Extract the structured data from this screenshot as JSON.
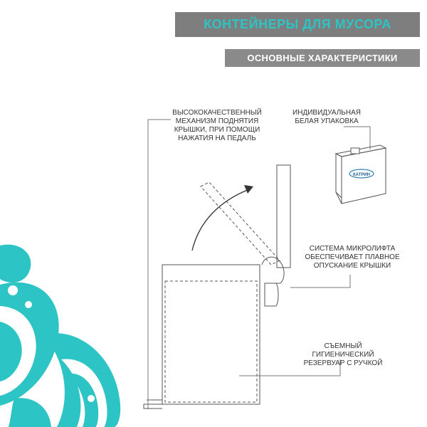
{
  "header": {
    "title": "КОНТЕЙНЕРЫ ДЛЯ МУСОРА",
    "subtitle": "ОСНОВНЫЕ ХАРАКТЕРИСТИКИ"
  },
  "callouts": {
    "mechanism": "ВЫСОКОКАЧЕСТВЕННЫЙ МЕХАНИЗМ ПОДНЯТИЯ КРЫШКИ, ПРИ ПОМОЩИ НАЖАТИЯ НА ПЕДАЛЬ",
    "packaging": "ИНДИВИДУАЛЬНАЯ БЕЛАЯ УПАКОВКА",
    "microlift": "СИСТЕМА МИКРОЛИФТА ОБЕСПЕЧИВАЕТ ПЛАВНОЕ ОПУСКАНИЕ КРЫШКИ",
    "reservoir": "СЪЕМНЫЙ ГИГИЕНИЧЕСКИЙ РЕЗЕРВУАР С РУЧКОЙ"
  },
  "box_logo": "КАТРИН",
  "colors": {
    "accent": "#2cc4c4",
    "banner": "#7e7e7e",
    "subbanner": "#8a8a8a"
  }
}
